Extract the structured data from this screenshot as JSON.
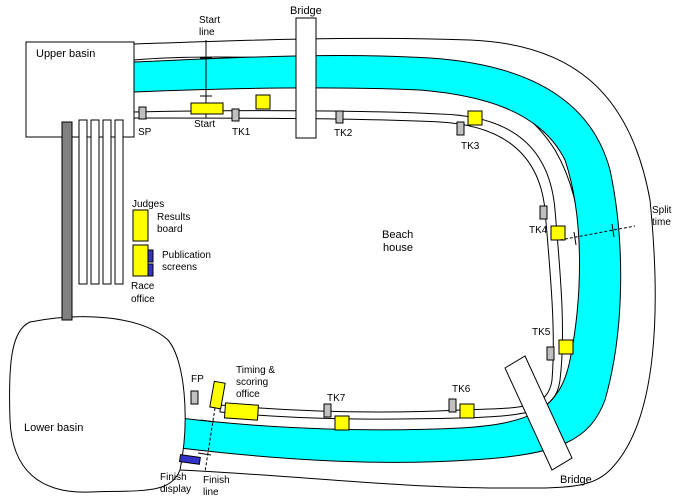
{
  "labels": {
    "upper_basin": "Upper basin",
    "lower_basin": "Lower basin",
    "bridge_top": "Bridge",
    "bridge_bottom": "Bridge",
    "start_line": [
      "Start",
      "line"
    ],
    "start": "Start",
    "sp": "SP",
    "fp": "FP",
    "tk1": "TK1",
    "tk2": "TK2",
    "tk3": "TK3",
    "tk4": "TK4",
    "tk5": "TK5",
    "tk6": "TK6",
    "tk7": "TK7",
    "split_time": [
      "Split",
      "time"
    ],
    "beach_house": [
      "Beach",
      "house"
    ],
    "judges": "Judges",
    "results_board": [
      "Results",
      "board"
    ],
    "publication_screens": [
      "Publication",
      "screens"
    ],
    "race_office": [
      "Race",
      "office"
    ],
    "timing_office": [
      "Timing &",
      "scoring",
      "office"
    ],
    "finish_display": [
      "Finish",
      "display"
    ],
    "finish_line": [
      "Finish",
      "line"
    ]
  },
  "colors": {
    "water": "#00ffff",
    "marker": "#ffff00",
    "gate": "#c0c0c0",
    "pier": "#808080",
    "screen": "#3333cc",
    "outline": "#000000"
  }
}
